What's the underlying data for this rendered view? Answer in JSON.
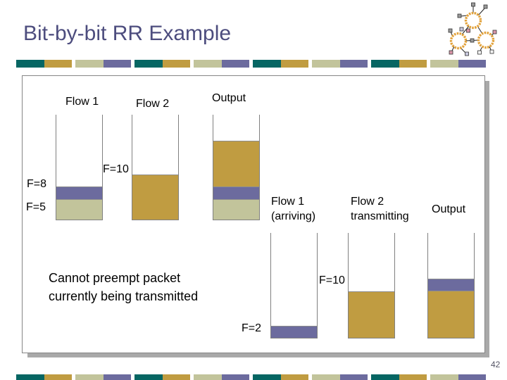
{
  "slide": {
    "title": "Bit-by-bit RR Example",
    "page_number": "42"
  },
  "colors": {
    "teal": "#066663",
    "gold": "#C09C41",
    "beige": "#C2C49B",
    "purple": "#6C6B9E",
    "title_text": "#4D4D7E",
    "outline_gray": "#808080",
    "shadow_gray": "#A9A9A9",
    "icon_orange": "#E2A23B"
  },
  "band": {
    "pattern": [
      "teal",
      "gold",
      "beige",
      "purple",
      "teal",
      "gold",
      "beige",
      "purple",
      "teal",
      "gold",
      "beige",
      "purple",
      "teal",
      "gold",
      "beige",
      "purple"
    ]
  },
  "icon": {
    "name": "network-diagram-icon"
  },
  "stage1": {
    "flow1_label": "Flow 1",
    "flow2_label": "Flow 2",
    "output_label": "Output",
    "f10": "F=10",
    "f8": "F=8",
    "f5": "F=5",
    "queues": {
      "flow1": {
        "packets": [
          {
            "color": "beige",
            "h": 29
          },
          {
            "color": "purple",
            "h": 18
          }
        ]
      },
      "flow2": {
        "packets": [
          {
            "color": "gold",
            "h": 64
          }
        ]
      },
      "output": {
        "packets": [
          {
            "color": "beige",
            "h": 29
          },
          {
            "color": "purple",
            "h": 18
          },
          {
            "color": "gold",
            "h": 65
          }
        ]
      }
    }
  },
  "stage2": {
    "flow1_label_line1": "Flow 1",
    "flow1_label_line2": "(arriving)",
    "flow2_label_line1": "Flow 2",
    "flow2_label_line2": "transmitting",
    "output_label": "Output",
    "f10": "F=10",
    "f2": "F=2",
    "queues": {
      "flow1": {
        "packets": [
          {
            "color": "purple",
            "h": 17
          }
        ]
      },
      "flow2": {
        "packets": [
          {
            "color": "gold",
            "h": 66
          }
        ]
      },
      "output": {
        "packets": [
          {
            "color": "gold",
            "h": 67
          },
          {
            "color": "purple",
            "h": 17
          }
        ]
      }
    }
  },
  "note": {
    "line1": "Cannot preempt packet",
    "line2": "currently being transmitted"
  }
}
